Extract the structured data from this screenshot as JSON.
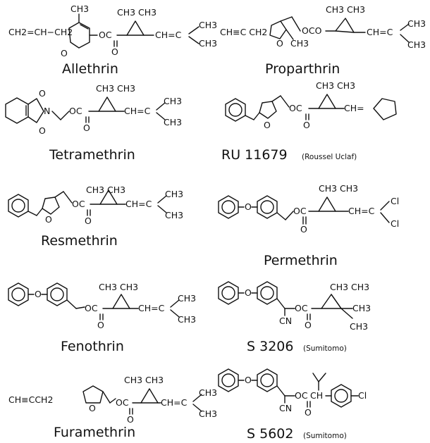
{
  "compounds": [
    {
      "name": "Allethrin",
      "note": ""
    },
    {
      "name": "Proparthrin",
      "note": ""
    },
    {
      "name": "Tetramethrin",
      "note": ""
    },
    {
      "name": "RU 11679",
      "note": "(Roussel Uclaf)"
    },
    {
      "name": "Resmethrin",
      "note": ""
    },
    {
      "name": "Permethrin",
      "note": ""
    },
    {
      "name": "Fenothrin",
      "note": ""
    },
    {
      "name": "S 3206",
      "note": "(Sumitomo)"
    },
    {
      "name": "Furamethrin",
      "note": ""
    },
    {
      "name": "S 5602",
      "note": "(Sumitomo)"
    }
  ],
  "labels": {
    "ch3": "CH3",
    "ch3ch3": "CH3 CH3",
    "chvinyl": "CH=C",
    "chpent": "CH=",
    "o": "O",
    "n": "N",
    "oc": "OC",
    "oco": "OCO",
    "cn": "CN",
    "cl": "Cl",
    "ch": "CH",
    "allyl": "CH2=CH−CH2",
    "propargyl": "CH≡C CH2",
    "propargyl2": "CH≡CCH2"
  }
}
